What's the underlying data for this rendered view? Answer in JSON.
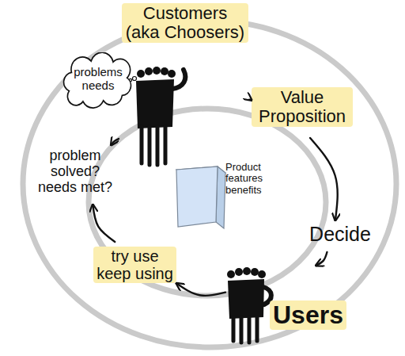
{
  "diagram": {
    "nodes": [
      {
        "text": [
          "Customers (aka Choosers)"
        ]
      },
      {
        "text": [
          "problems needs"
        ]
      },
      {
        "text": [
          "Value Proposition"
        ]
      },
      {
        "text": [
          "Decide"
        ]
      },
      {
        "text": [
          "Users"
        ]
      },
      {
        "text": [
          "try use keep using"
        ]
      },
      {
        "text": [
          "problem solved? needs met?"
        ]
      },
      {
        "text": [
          "Product features benefits"
        ]
      }
    ],
    "edges": [
      {
        "from": 0,
        "to": 2,
        "arrow": "to"
      },
      {
        "from": 2,
        "to": 3,
        "arrow": "to"
      },
      {
        "from": 3,
        "to": 4,
        "arrow": "to"
      },
      {
        "from": 4,
        "to": 5,
        "arrow": "to"
      },
      {
        "from": 5,
        "to": 6,
        "arrow": "to"
      },
      {
        "from": 0,
        "to": 6,
        "arrow": "to"
      }
    ]
  }
}
